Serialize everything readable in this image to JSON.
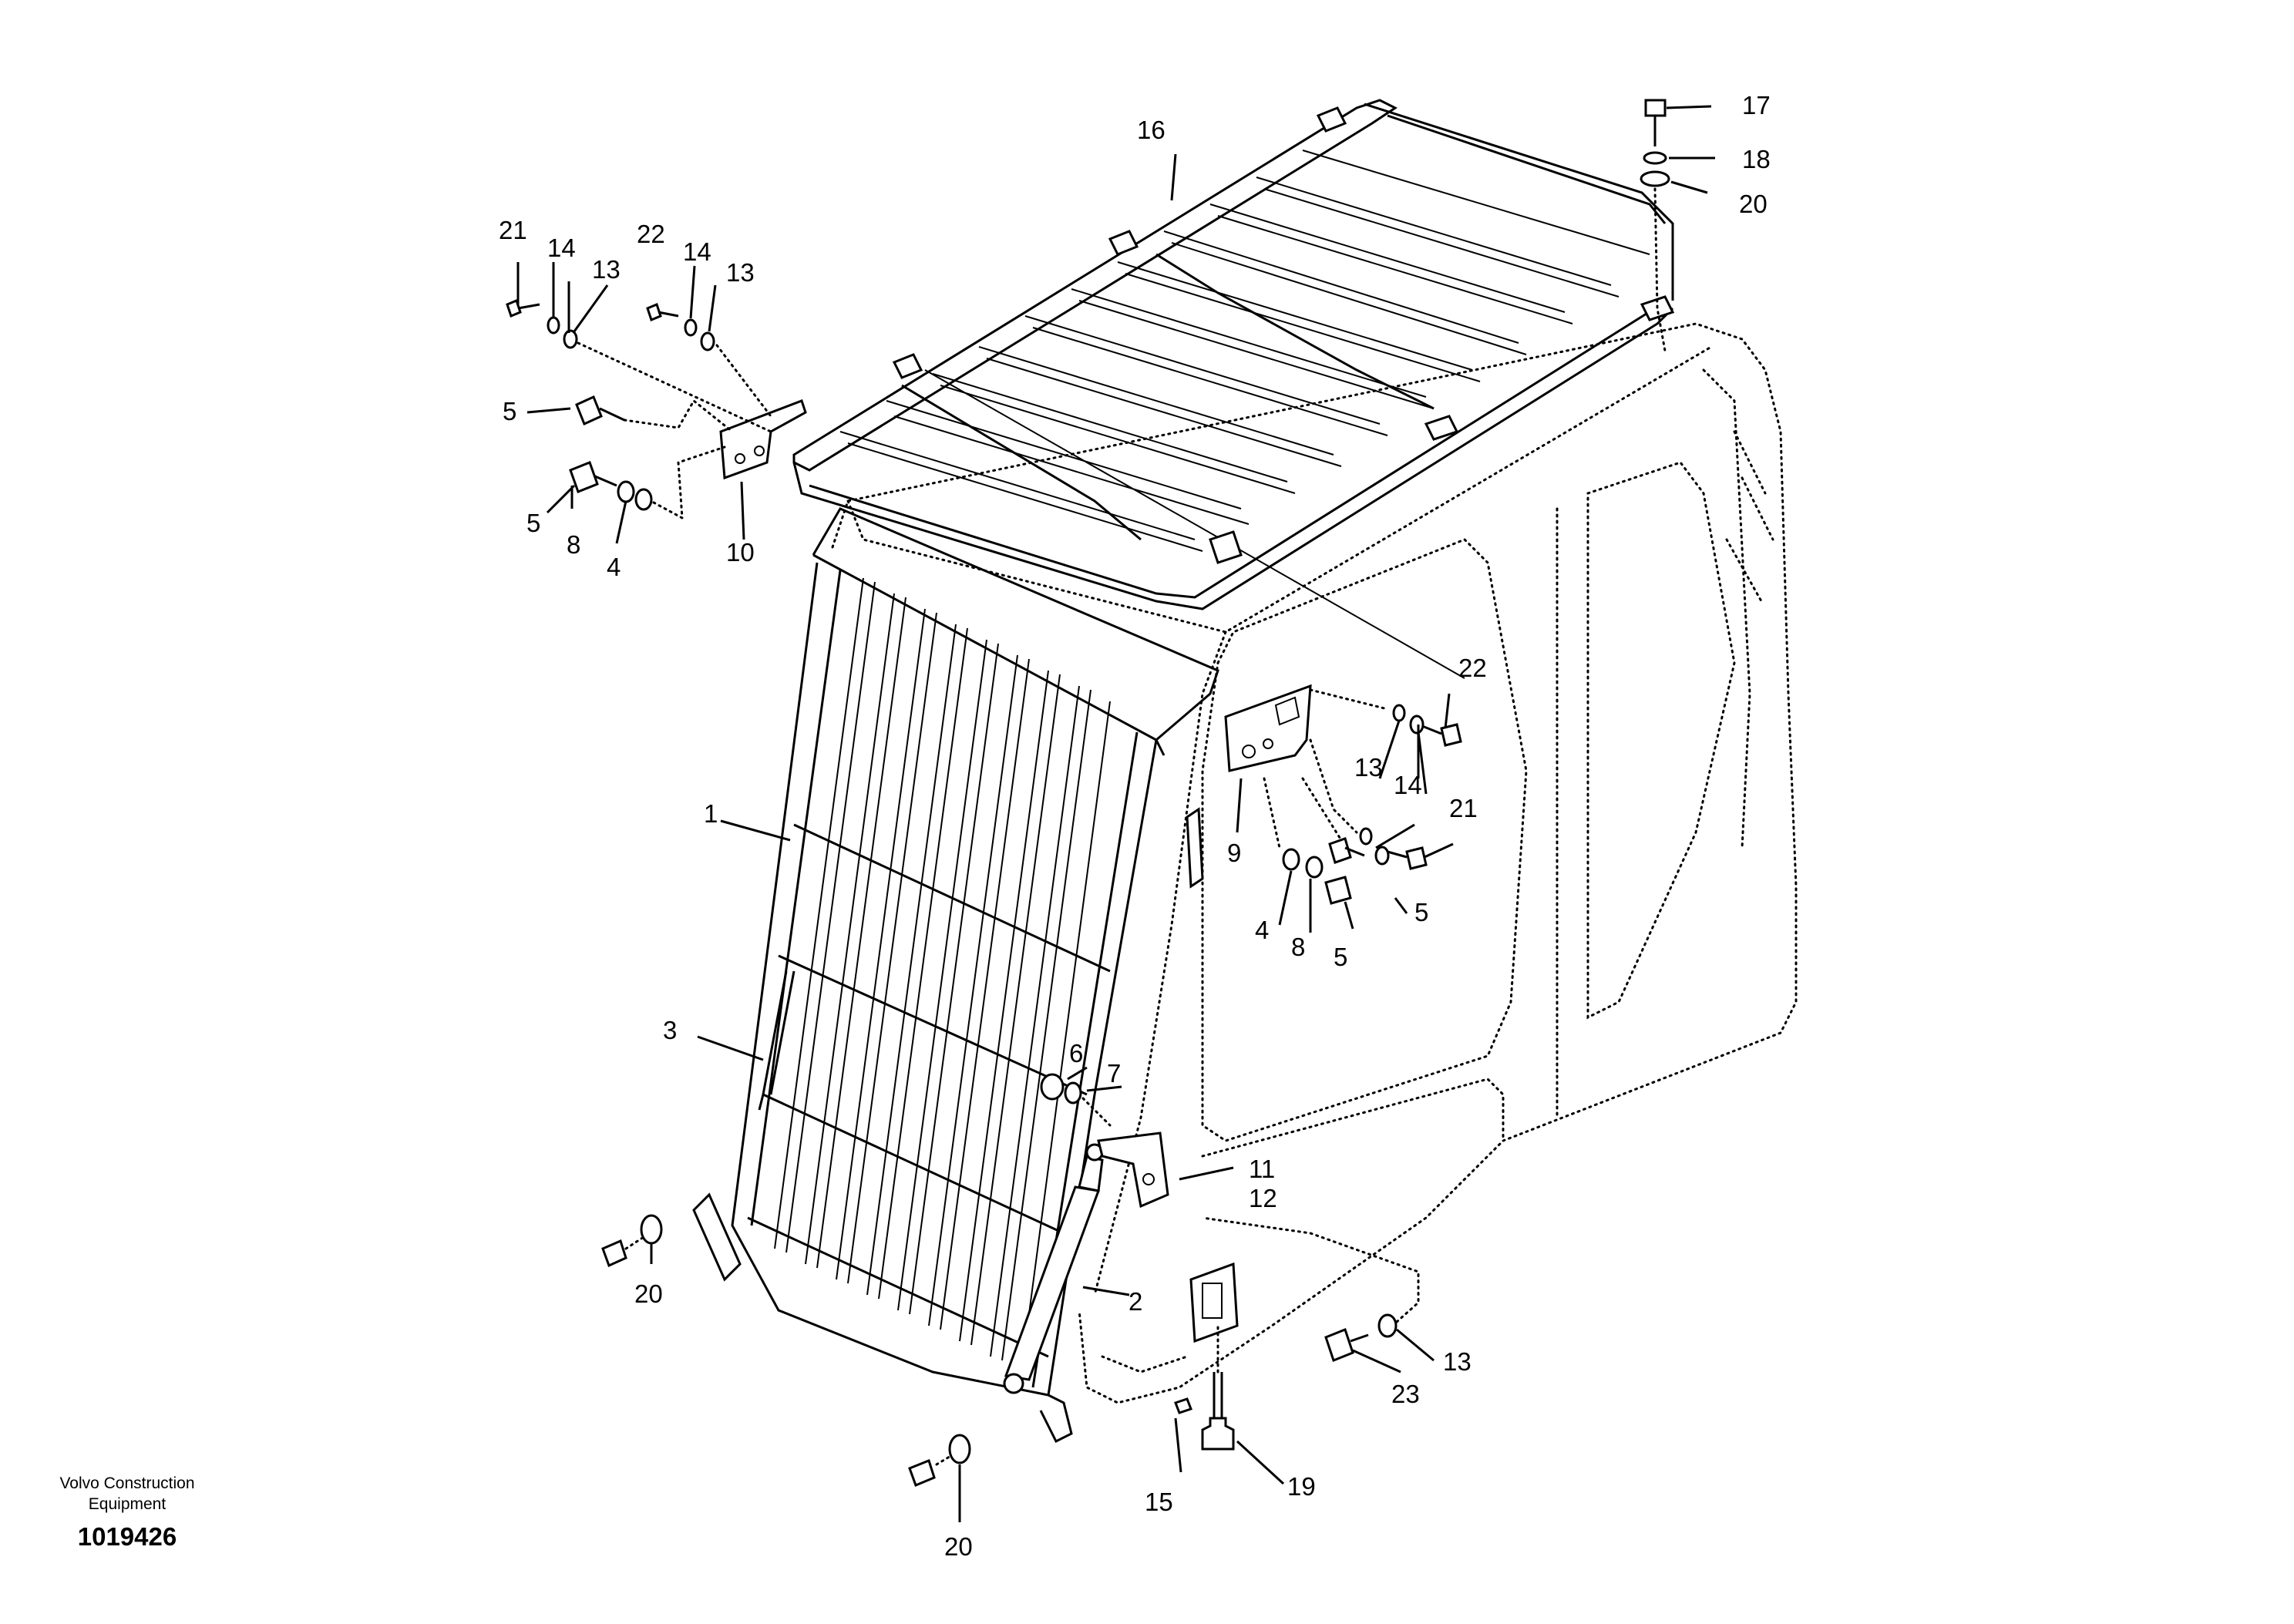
{
  "callouts": {
    "c1": "1",
    "c2": "2",
    "c3": "3",
    "c4a": "4",
    "c4b": "4",
    "c5a": "5",
    "c5b": "5",
    "c5c": "5",
    "c5d": "5",
    "c6": "6",
    "c7": "7",
    "c8a": "8",
    "c8b": "8",
    "c9": "9",
    "c10": "10",
    "c11": "11",
    "c12": "12",
    "c13a": "13",
    "c13b": "13",
    "c13c": "13",
    "c13d": "13",
    "c14a": "14",
    "c14b": "14",
    "c14c": "14",
    "c15": "15",
    "c16": "16",
    "c17": "17",
    "c18": "18",
    "c19": "19",
    "c20a": "20",
    "c20b": "20",
    "c20c": "20",
    "c21a": "21",
    "c21b": "21",
    "c22a": "22",
    "c22b": "22",
    "c23": "23"
  },
  "footer": {
    "brand_line1": "Volvo Construction",
    "brand_line2": "Equipment",
    "drawing_number": "1019426"
  }
}
